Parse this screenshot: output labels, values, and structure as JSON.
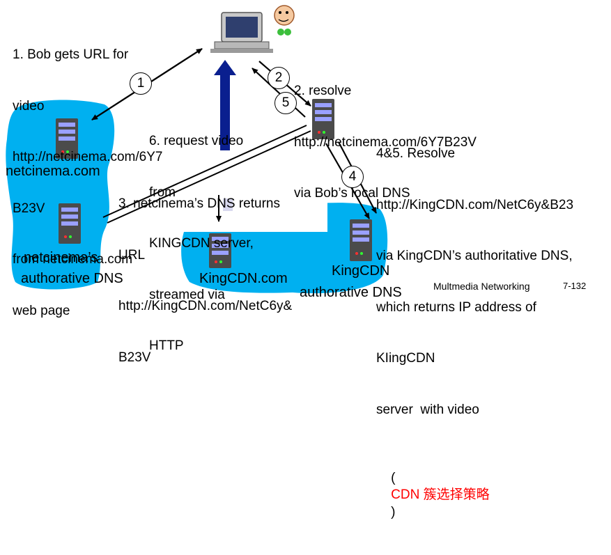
{
  "step1": {
    "lines": [
      "1. Bob gets URL for",
      "video",
      "http://netcinema.com/6Y7",
      "B23V",
      "from netcinema.com",
      "web page"
    ]
  },
  "step2": {
    "lines": [
      "2. resolve",
      "http://netcinema.com/6Y7B23V",
      "via Bob’s local DNS"
    ]
  },
  "step3": {
    "lines": [
      "3. netcinema’s DNS returns",
      "URL",
      "http://KingCDN.com/NetC6y&",
      "B23V"
    ]
  },
  "step45": {
    "lines": [
      "4&5. Resolve",
      "http://KingCDN.com/NetC6y&B23",
      "via KingCDN’s authoritative DNS,",
      "which returns IP address of",
      "KIingCDN",
      "server  with video"
    ],
    "note_open": "(",
    "note_red": "CDN 簇选择策略",
    "note_close": ")"
  },
  "step6": {
    "lines": [
      "6. request video",
      "from",
      "KINGCDN server,",
      "streamed via",
      "HTTP"
    ]
  },
  "circles": {
    "c1": "1",
    "c2": "2",
    "c4": "4",
    "c5": "5"
  },
  "servers": {
    "netcinema": "netcinema.com",
    "netcinema_dns_1": "netcinema’s",
    "netcinema_dns_2": "authorative DNS",
    "kingcdn": "KingCDN.com",
    "kingcdn_dns_1": "KingCDN",
    "kingcdn_dns_2": "authorative DNS"
  },
  "footer": {
    "title": "Multmedia Networking",
    "page": "7-132"
  },
  "colors": {
    "cloud": "#00b0f0",
    "accent_red": "#ff0000",
    "arrow_navy": "#0a1f8f",
    "overlay": "#d8d8ee"
  }
}
